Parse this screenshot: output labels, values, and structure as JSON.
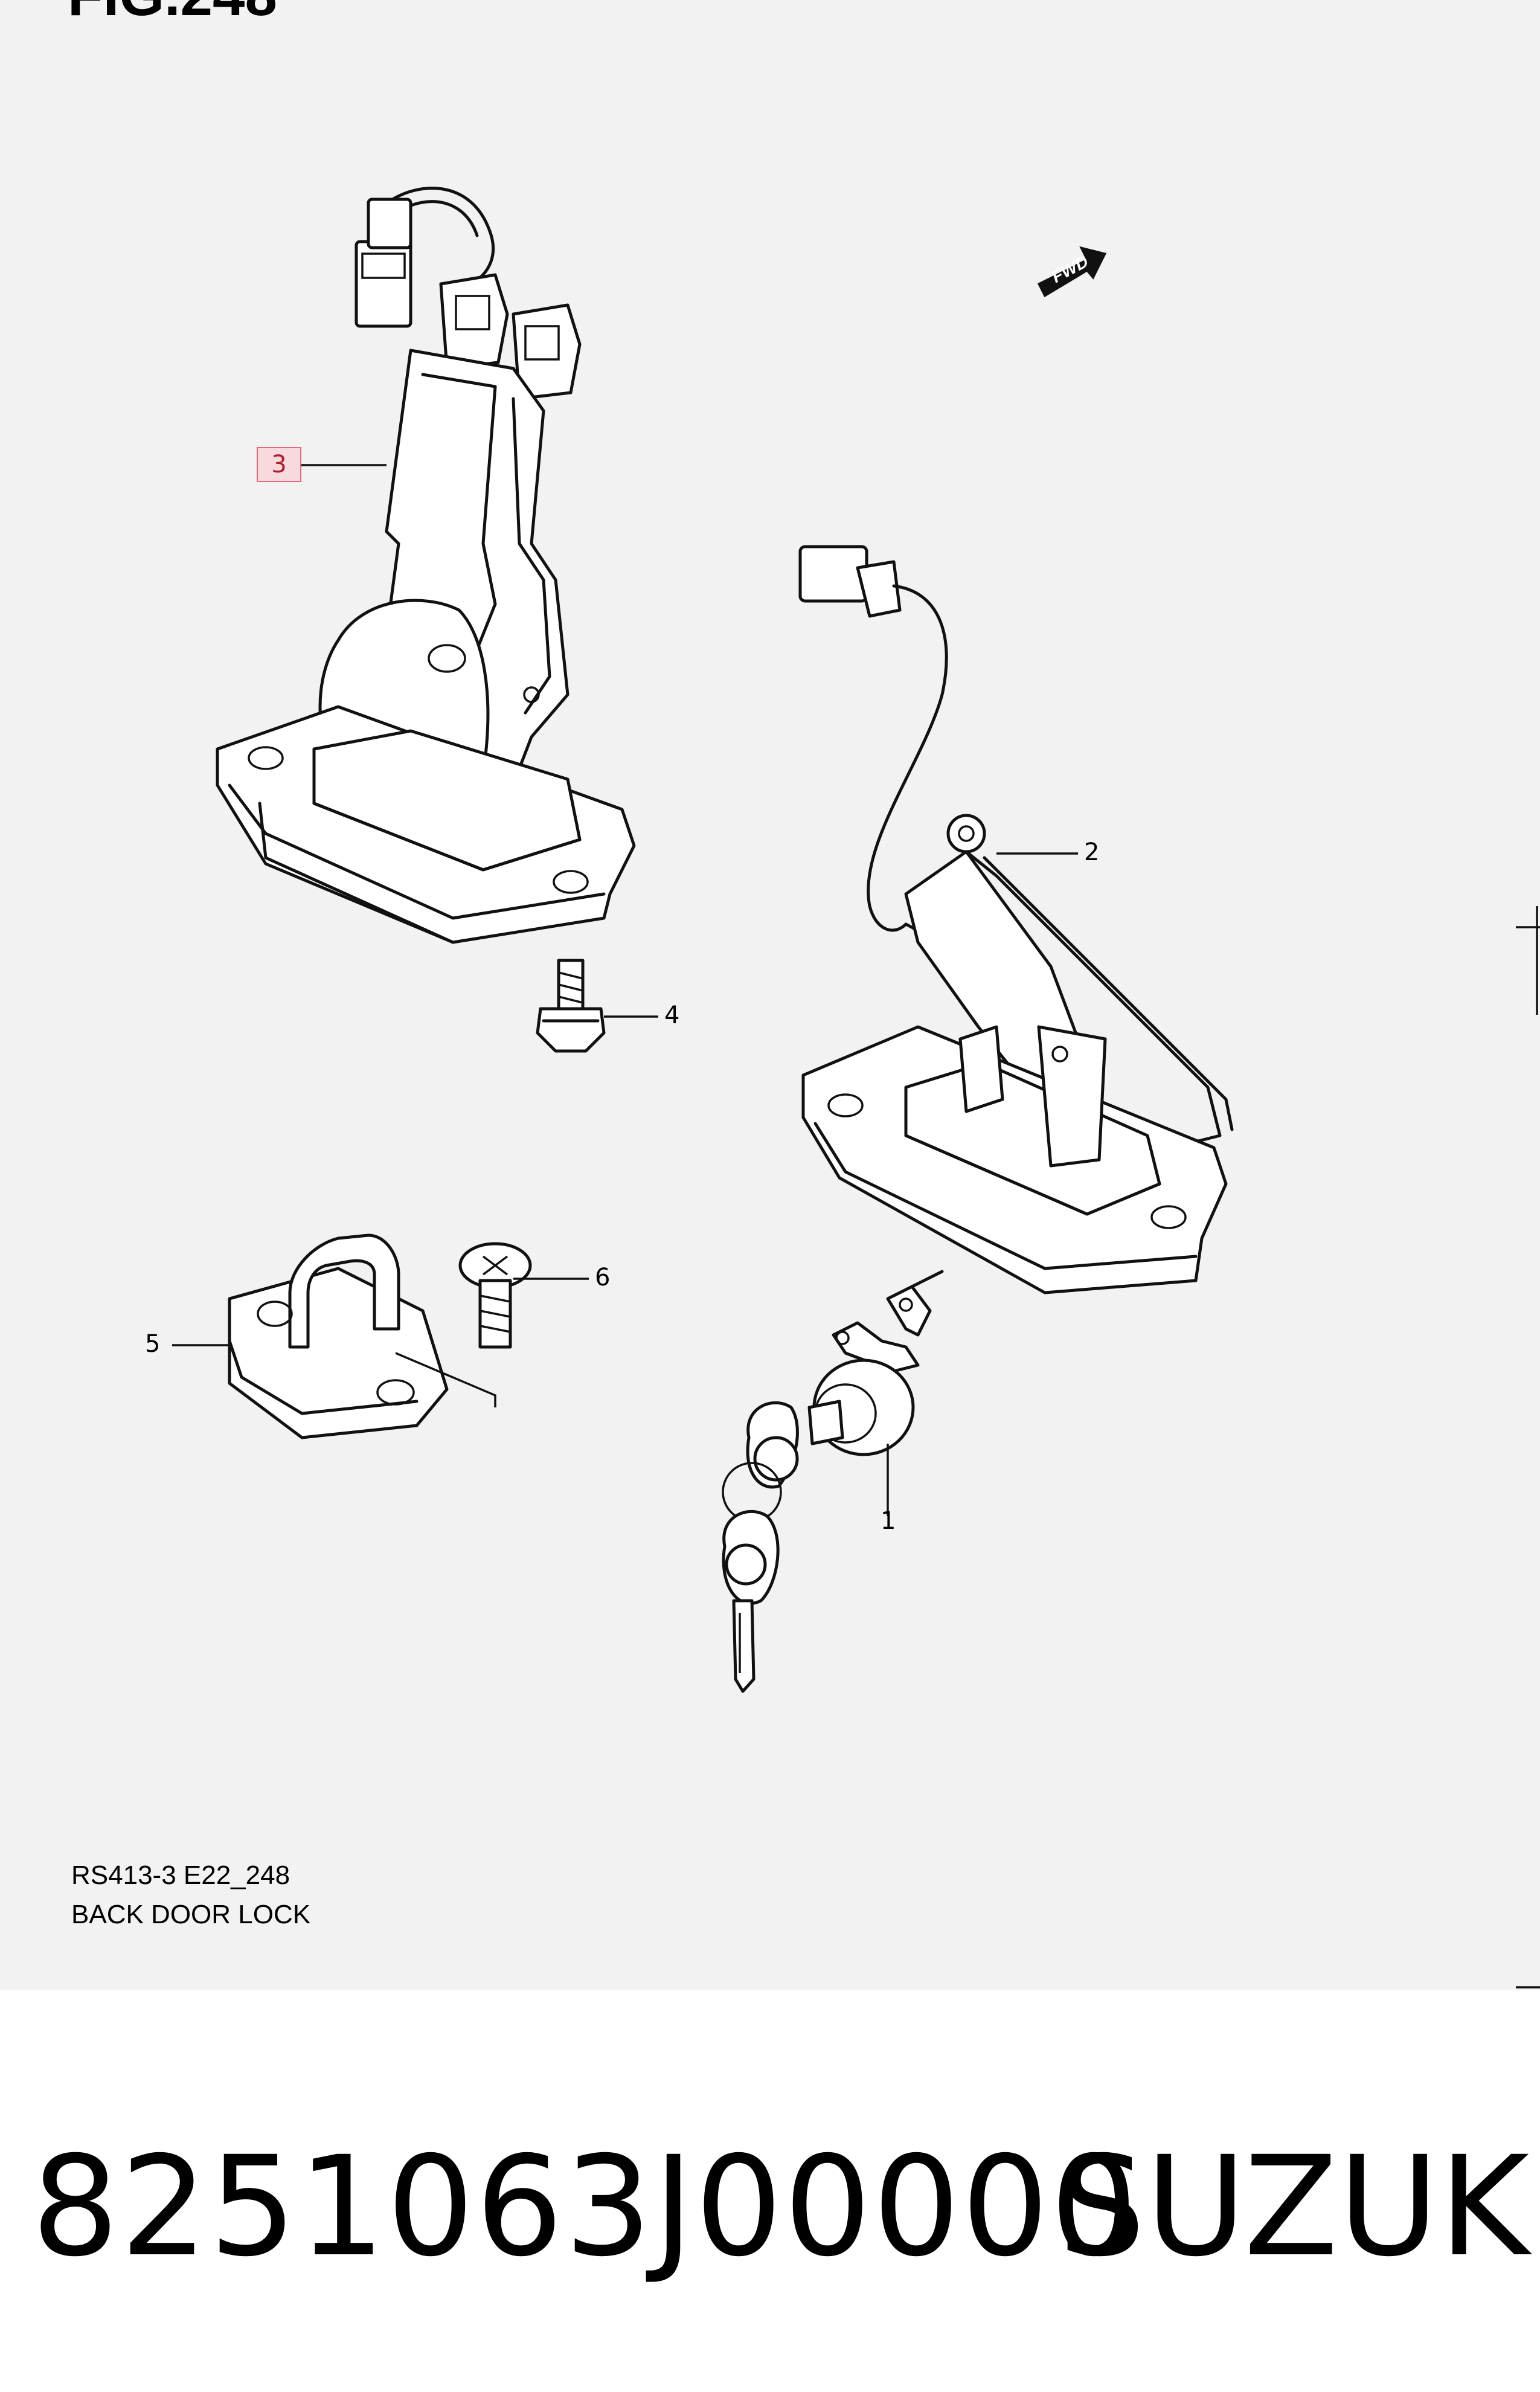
{
  "figure": {
    "title": "FIG.248"
  },
  "callouts": [
    "1",
    "2",
    "3",
    "4",
    "5",
    "6"
  ],
  "fwd_label": "FWD",
  "caption": {
    "code": "RS413-3 E22_248",
    "name": "BACK DOOR LOCK"
  },
  "footer": {
    "part_number": "8251063J00000",
    "brand": "SUZUKI"
  },
  "colors": {
    "diagram_background": "#f2f2f2",
    "highlight_fill": "#f8d9dd",
    "highlight_border": "#e06a78"
  }
}
